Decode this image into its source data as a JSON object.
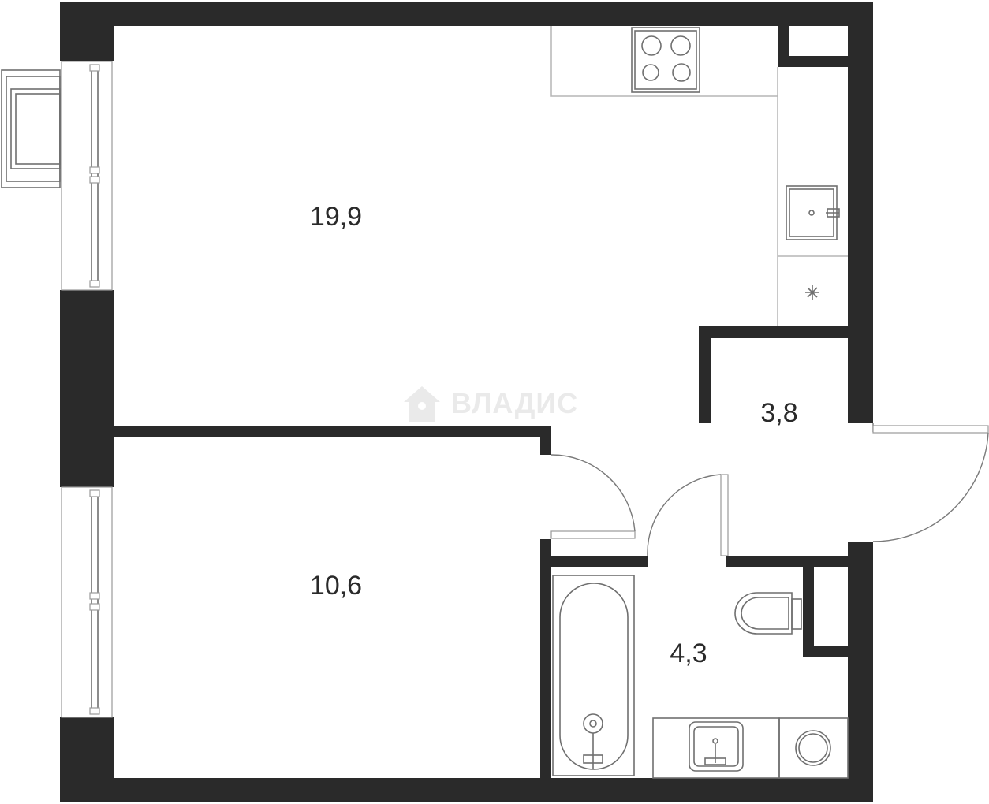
{
  "plan": {
    "rooms": [
      {
        "id": "living-kitchen",
        "area": "19,9"
      },
      {
        "id": "bedroom",
        "area": "10,6"
      },
      {
        "id": "hallway",
        "area": "3,8"
      },
      {
        "id": "bathroom",
        "area": "4,3"
      }
    ],
    "watermark": "ВЛАДИС"
  }
}
